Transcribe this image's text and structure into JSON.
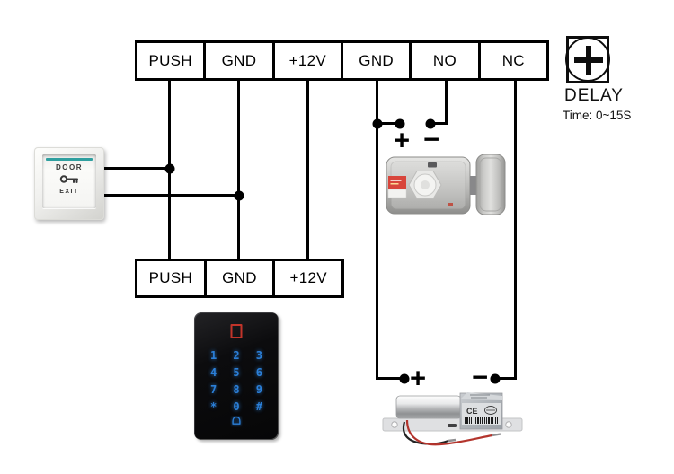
{
  "terminals": {
    "controller": [
      "PUSH",
      "GND",
      "+12V",
      "GND",
      "NO",
      "NC"
    ],
    "keypad": [
      "PUSH",
      "GND",
      "+12V"
    ]
  },
  "delay_control": {
    "label": "DELAY",
    "time_range": "Time: 0~15S",
    "knob_icon": "plus-dial-icon"
  },
  "exit_button": {
    "line1": "DOOR",
    "line2": "EXIT",
    "key_icon": "key-icon"
  },
  "keypad": {
    "keys": [
      "1",
      "2",
      "3",
      "4",
      "5",
      "6",
      "7",
      "8",
      "9",
      "*",
      "0",
      "#"
    ],
    "bell_icon": "bell-icon",
    "indicator_icon": "red-led-indicator"
  },
  "polarity_marks": {
    "plus": "+",
    "minus": "−"
  },
  "palette": {
    "wire": "#000000",
    "keypad_digit_blue": "#2b7fd8",
    "indicator_red": "#c2342a",
    "exit_stripe_teal": "#2f9f9f",
    "lock_label_red": "#d8453b"
  }
}
